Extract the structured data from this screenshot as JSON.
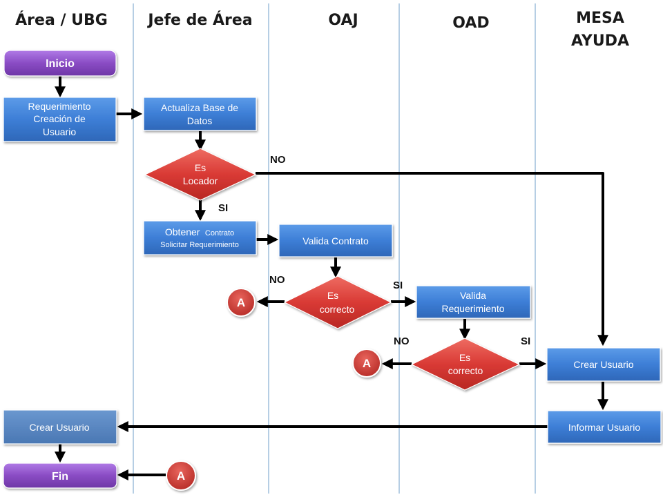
{
  "lanes": [
    "Área / UBG",
    "Jefe de Área",
    "OAJ",
    "OAD",
    "MESA",
    "AYUDA"
  ],
  "nodes": {
    "inicio": "Inicio",
    "req_line1": "Requerimiento",
    "req_line2": "Creación de",
    "req_line3": "Usuario",
    "actualiza_line1": "Actualiza Base de",
    "actualiza_line2": "Datos",
    "es_locador_line1": "Es",
    "es_locador_line2": "Locador",
    "obtener_line1a": "Obtener",
    "obtener_line1b": "Contrato",
    "obtener_line2": "Solicitar Requerimiento",
    "valida_contrato": "Valida Contrato",
    "es_correcto1_line1": "Es",
    "es_correcto1_line2": "correcto",
    "valida_req_line1": "Valida",
    "valida_req_line2": "Requerimiento",
    "es_correcto2_line1": "Es",
    "es_correcto2_line2": "correcto",
    "crear_usuario_mesa": "Crear Usuario",
    "informar_usuario": "Informar Usuario",
    "crear_usuario_area": "Crear Usuario",
    "fin": "Fin",
    "connector": "A"
  },
  "labels": {
    "no": "NO",
    "si": "SI"
  },
  "colors": {
    "process_blue": "#3D7ED6",
    "decision_red": "#D93A35",
    "terminal_purple": "#8A4CC4",
    "gray_blue": "#4F81BD",
    "connector": "#C0302B",
    "lane_line": "#8FB4D6"
  }
}
